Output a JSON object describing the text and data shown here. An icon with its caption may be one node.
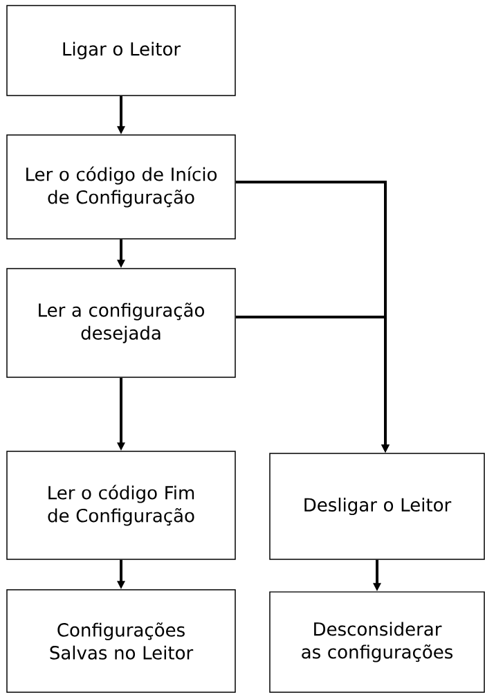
{
  "diagram": {
    "nodes": [
      {
        "text": [
          "Ligar o Leitor"
        ]
      },
      {
        "text": [
          "Ler o código de Início de Configuração"
        ]
      },
      {
        "text": [
          "Ler a configuração desejada"
        ]
      },
      {
        "text": [
          "Ler o código Fim de Configuração"
        ]
      },
      {
        "text": [
          "Configurações Salvas no Leitor"
        ]
      },
      {
        "text": [
          "Desligar o Leitor"
        ]
      },
      {
        "text": [
          "Desconsiderar as configurações"
        ]
      }
    ],
    "edges": [
      {
        "from": 0,
        "to": 1,
        "arrow": "to"
      },
      {
        "from": 1,
        "to": 2,
        "arrow": "to"
      },
      {
        "from": 2,
        "to": 3,
        "arrow": "to"
      },
      {
        "from": 3,
        "to": 4,
        "arrow": "to"
      },
      {
        "from": 1,
        "to": 5,
        "arrow": "to"
      },
      {
        "from": 2,
        "to": 5,
        "arrow": "to"
      },
      {
        "from": 5,
        "to": 6,
        "arrow": "to"
      }
    ]
  }
}
